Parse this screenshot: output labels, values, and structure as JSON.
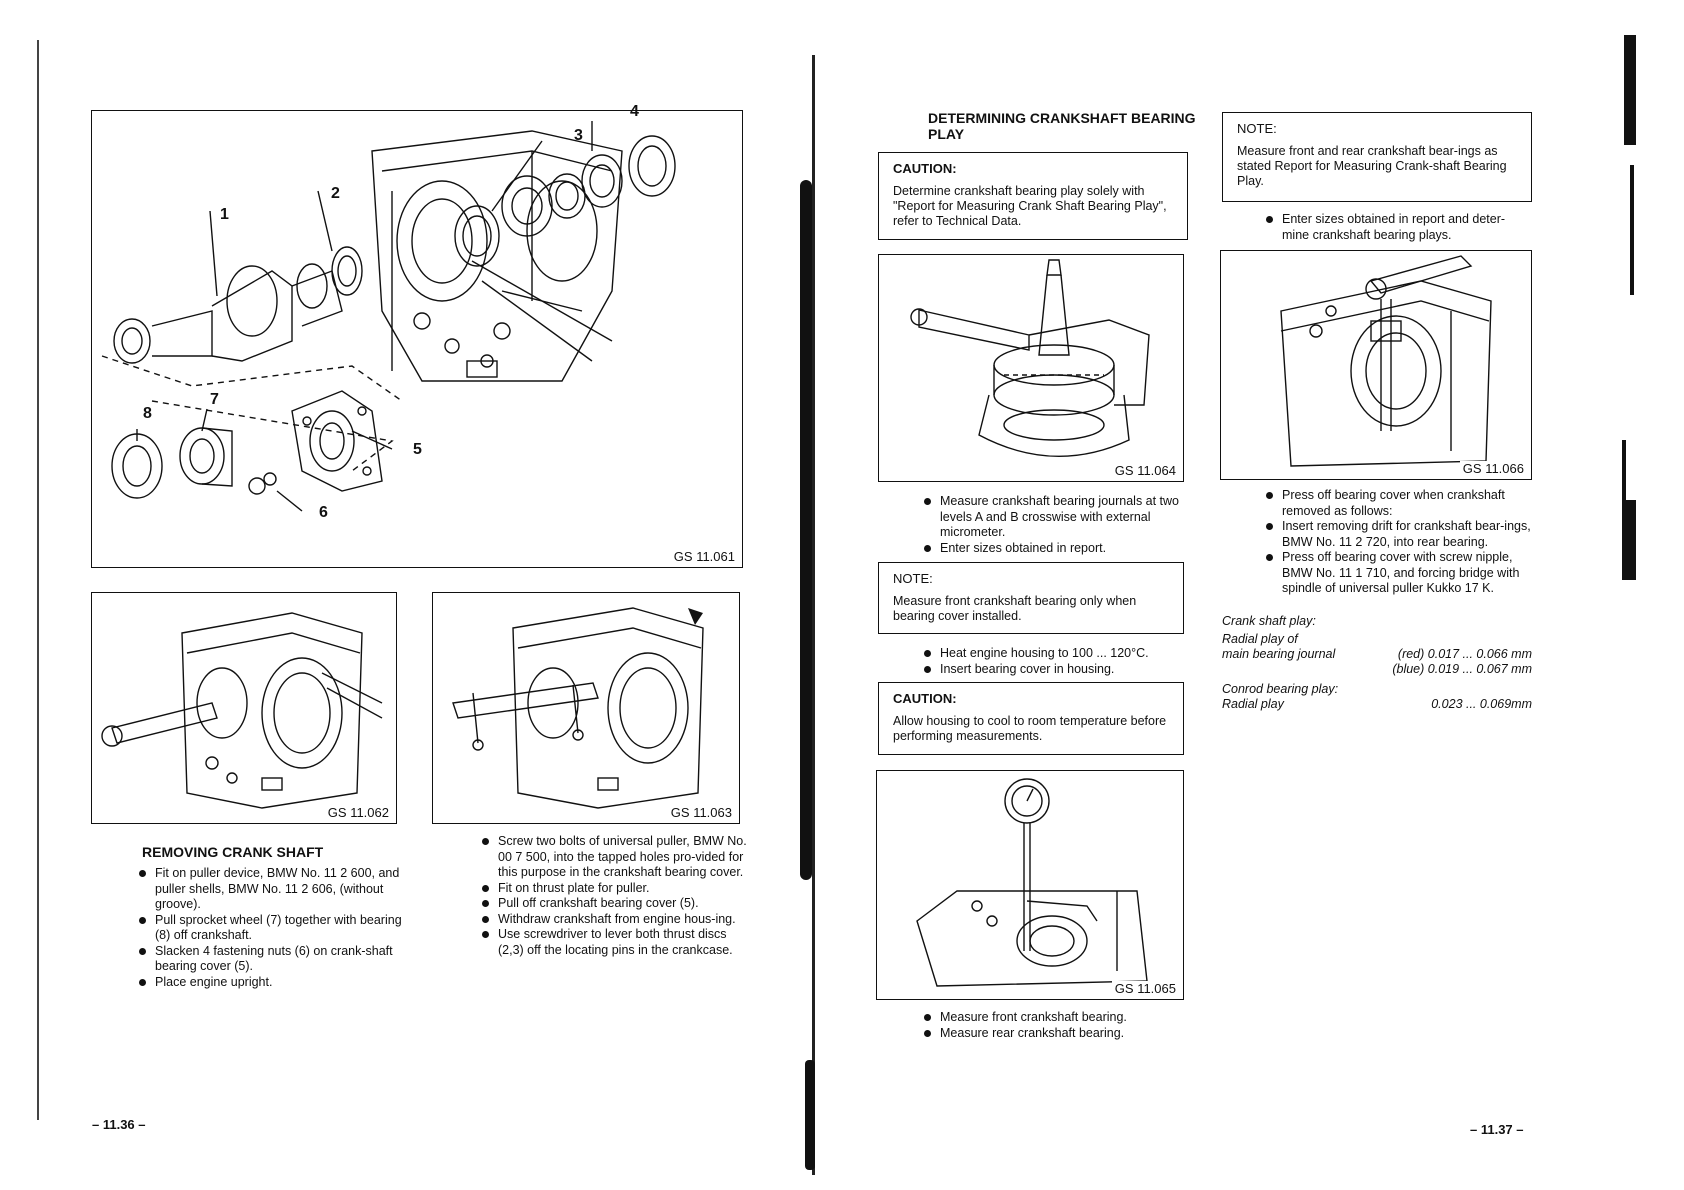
{
  "left_page": {
    "figure_1": {
      "label": "GS 11.061",
      "callouts": [
        "1",
        "2",
        "3",
        "4",
        "5",
        "6",
        "7",
        "8"
      ]
    },
    "figure_2": {
      "label": "GS 11.062"
    },
    "figure_3": {
      "label": "GS 11.063"
    },
    "section_title": "REMOVING CRANK SHAFT",
    "steps_left": [
      "Fit on puller device, BMW No. 11 2 600, and puller shells, BMW No. 11 2 606, (without groove).",
      "Pull sprocket wheel (7) together with bearing (8) off crankshaft.",
      "Slacken 4 fastening nuts (6) on crank-shaft bearing cover (5).",
      "Place engine upright."
    ],
    "steps_right": [
      "Screw two bolts of universal puller, BMW No. 00 7 500, into the tapped holes pro-vided for this purpose in the crankshaft bearing cover.",
      "Fit on thrust plate for puller.",
      "Pull off crankshaft bearing cover (5).",
      "Withdraw crankshaft from engine hous-ing.",
      "Use screwdriver to lever both thrust discs (2,3) off the locating pins in the crankcase."
    ],
    "page_number": "– 11.36 –"
  },
  "right_page": {
    "section_title": "DETERMINING CRANKSHAFT BEARING PLAY",
    "caution_1": {
      "title": "CAUTION:",
      "body": "Determine crankshaft bearing play solely with \"Report for Measuring Crank Shaft Bearing Play\", refer to Technical Data."
    },
    "figure_4": {
      "label": "GS 11.064"
    },
    "steps_1": [
      "Measure crankshaft bearing journals at two levels A and B crosswise with external micrometer.",
      "Enter sizes obtained in report."
    ],
    "note_1": {
      "title": "NOTE:",
      "body": "Measure front crankshaft bearing only when bearing cover installed."
    },
    "steps_2": [
      "Heat engine housing to 100 ... 120°C.",
      "Insert bearing cover in housing."
    ],
    "caution_2": {
      "title": "CAUTION:",
      "body": "Allow housing to cool to room temperature before performing measurements."
    },
    "figure_5": {
      "label": "GS 11.065"
    },
    "steps_3": [
      "Measure front crankshaft bearing.",
      "Measure rear crankshaft bearing."
    ],
    "note_2": {
      "title": "NOTE:",
      "body": "Measure front and rear crankshaft bear-ings as stated Report for Measuring Crank-shaft Bearing Play."
    },
    "steps_4": [
      "Enter sizes obtained in report and deter-mine crankshaft bearing plays."
    ],
    "figure_6": {
      "label": "GS 11.066"
    },
    "steps_5": [
      "Press off bearing cover when crankshaft removed as follows:",
      "Insert removing drift for crankshaft bear-ings, BMW No. 11 2 720, into rear bearing.",
      "Press off bearing cover with screw nipple, BMW No. 11 1 710, and forcing bridge with spindle of universal puller Kukko 17 K."
    ],
    "specs": {
      "heading": "Crank shaft play:",
      "radial_label_1": "Radial play of",
      "radial_label_2": "main bearing journal",
      "red_value": "(red) 0.017 ... 0.066 mm",
      "blue_value": "(blue) 0.019 ... 0.067 mm",
      "conrod_label": "Conrod bearing play:",
      "conrod_radial_label": "Radial play",
      "conrod_value": "0.023 ... 0.069mm"
    },
    "page_number": "– 11.37 –"
  }
}
